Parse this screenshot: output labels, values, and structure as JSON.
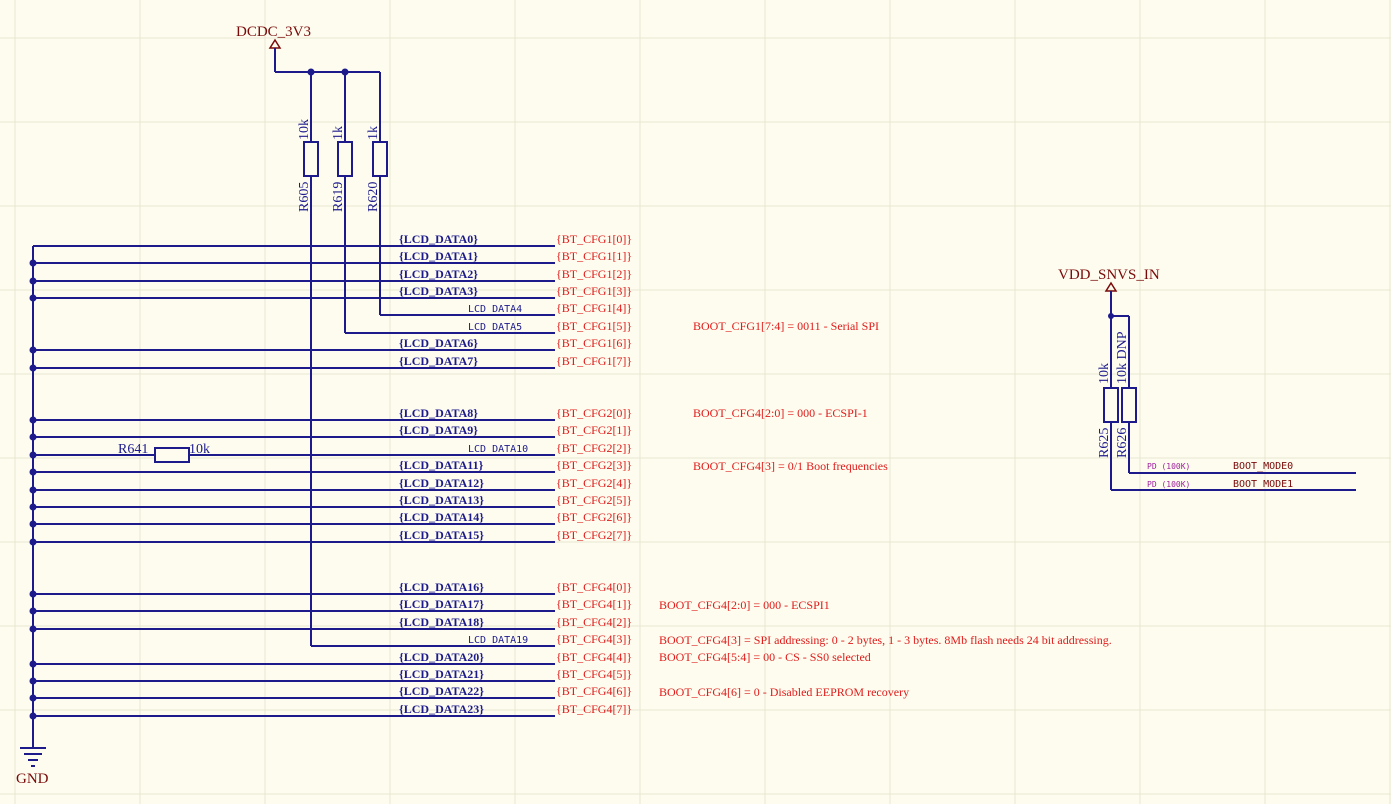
{
  "power": {
    "dcdc": "DCDC_3V3",
    "vdd_snvs": "VDD_SNVS_IN",
    "gnd": "GND"
  },
  "resistors": {
    "r605": {
      "ref": "R605",
      "value": "10k"
    },
    "r619": {
      "ref": "R619",
      "value": "1k"
    },
    "r620": {
      "ref": "R620",
      "value": "1k"
    },
    "r641": {
      "ref": "R641",
      "value": "10k"
    },
    "r625": {
      "ref": "R625",
      "value": "10k"
    },
    "r626": {
      "ref": "R626",
      "value": "10k DNP"
    }
  },
  "rows": [
    {
      "net": "{LCD_DATA0}",
      "port": "{BT_CFG1[0]}",
      "bold": true
    },
    {
      "net": "{LCD_DATA1}",
      "port": "{BT_CFG1[1]}",
      "bold": true
    },
    {
      "net": "{LCD_DATA2}",
      "port": "{BT_CFG1[2]}",
      "bold": true
    },
    {
      "net": "{LCD_DATA3}",
      "port": "{BT_CFG1[3]}",
      "bold": true
    },
    {
      "net": "LCD_DATA4",
      "port": "{BT_CFG1[4]}",
      "bold": false
    },
    {
      "net": "LCD_DATA5",
      "port": "{BT_CFG1[5]}",
      "bold": false
    },
    {
      "net": "{LCD_DATA6}",
      "port": "{BT_CFG1[6]}",
      "bold": true
    },
    {
      "net": "{LCD_DATA7}",
      "port": "{BT_CFG1[7]}",
      "bold": true
    },
    {
      "net": "{LCD_DATA8}",
      "port": "{BT_CFG2[0]}",
      "bold": true
    },
    {
      "net": "{LCD_DATA9}",
      "port": "{BT_CFG2[1]}",
      "bold": true
    },
    {
      "net": "LCD_DATA10",
      "port": "{BT_CFG2[2]}",
      "bold": false
    },
    {
      "net": "{LCD_DATA11}",
      "port": "{BT_CFG2[3]}",
      "bold": true
    },
    {
      "net": "{LCD_DATA12}",
      "port": "{BT_CFG2[4]}",
      "bold": true
    },
    {
      "net": "{LCD_DATA13}",
      "port": "{BT_CFG2[5]}",
      "bold": true
    },
    {
      "net": "{LCD_DATA14}",
      "port": "{BT_CFG2[6]}",
      "bold": true
    },
    {
      "net": "{LCD_DATA15}",
      "port": "{BT_CFG2[7]}",
      "bold": true
    },
    {
      "net": "{LCD_DATA16}",
      "port": "{BT_CFG4[0]}",
      "bold": true
    },
    {
      "net": "{LCD_DATA17}",
      "port": "{BT_CFG4[1]}",
      "bold": true
    },
    {
      "net": "{LCD_DATA18}",
      "port": "{BT_CFG4[2]}",
      "bold": true
    },
    {
      "net": "LCD_DATA19",
      "port": "{BT_CFG4[3]}",
      "bold": false
    },
    {
      "net": "{LCD_DATA20}",
      "port": "{BT_CFG4[4]}",
      "bold": true
    },
    {
      "net": "{LCD_DATA21}",
      "port": "{BT_CFG4[5]}",
      "bold": true
    },
    {
      "net": "{LCD_DATA22}",
      "port": "{BT_CFG4[6]}",
      "bold": true
    },
    {
      "net": "{LCD_DATA23}",
      "port": "{BT_CFG4[7]}",
      "bold": true
    }
  ],
  "notes": {
    "cfg1": "BOOT_CFG1[7:4] = 0011 - Serial SPI",
    "cfg2_a": "BOOT_CFG4[2:0] = 000 - ECSPI-1",
    "cfg2_b": "BOOT_CFG4[3] = 0/1 Boot frequencies",
    "cfg4_a": "BOOT_CFG4[2:0] = 000 - ECSPI1",
    "cfg4_b": "BOOT_CFG4[3] = SPI addressing:  0 - 2 bytes, 1 - 3 bytes. 8Mb flash needs 24 bit addressing.",
    "cfg4_c": "BOOT_CFG4[5:4] = 00 - CS - SS0 selected",
    "cfg4_d": "BOOT_CFG4[6] = 0 - Disabled EEPROM recovery"
  },
  "boot": {
    "pd": "PD (100K)",
    "mode0": "BOOT_MODE0",
    "mode1": "BOOT_MODE1"
  }
}
